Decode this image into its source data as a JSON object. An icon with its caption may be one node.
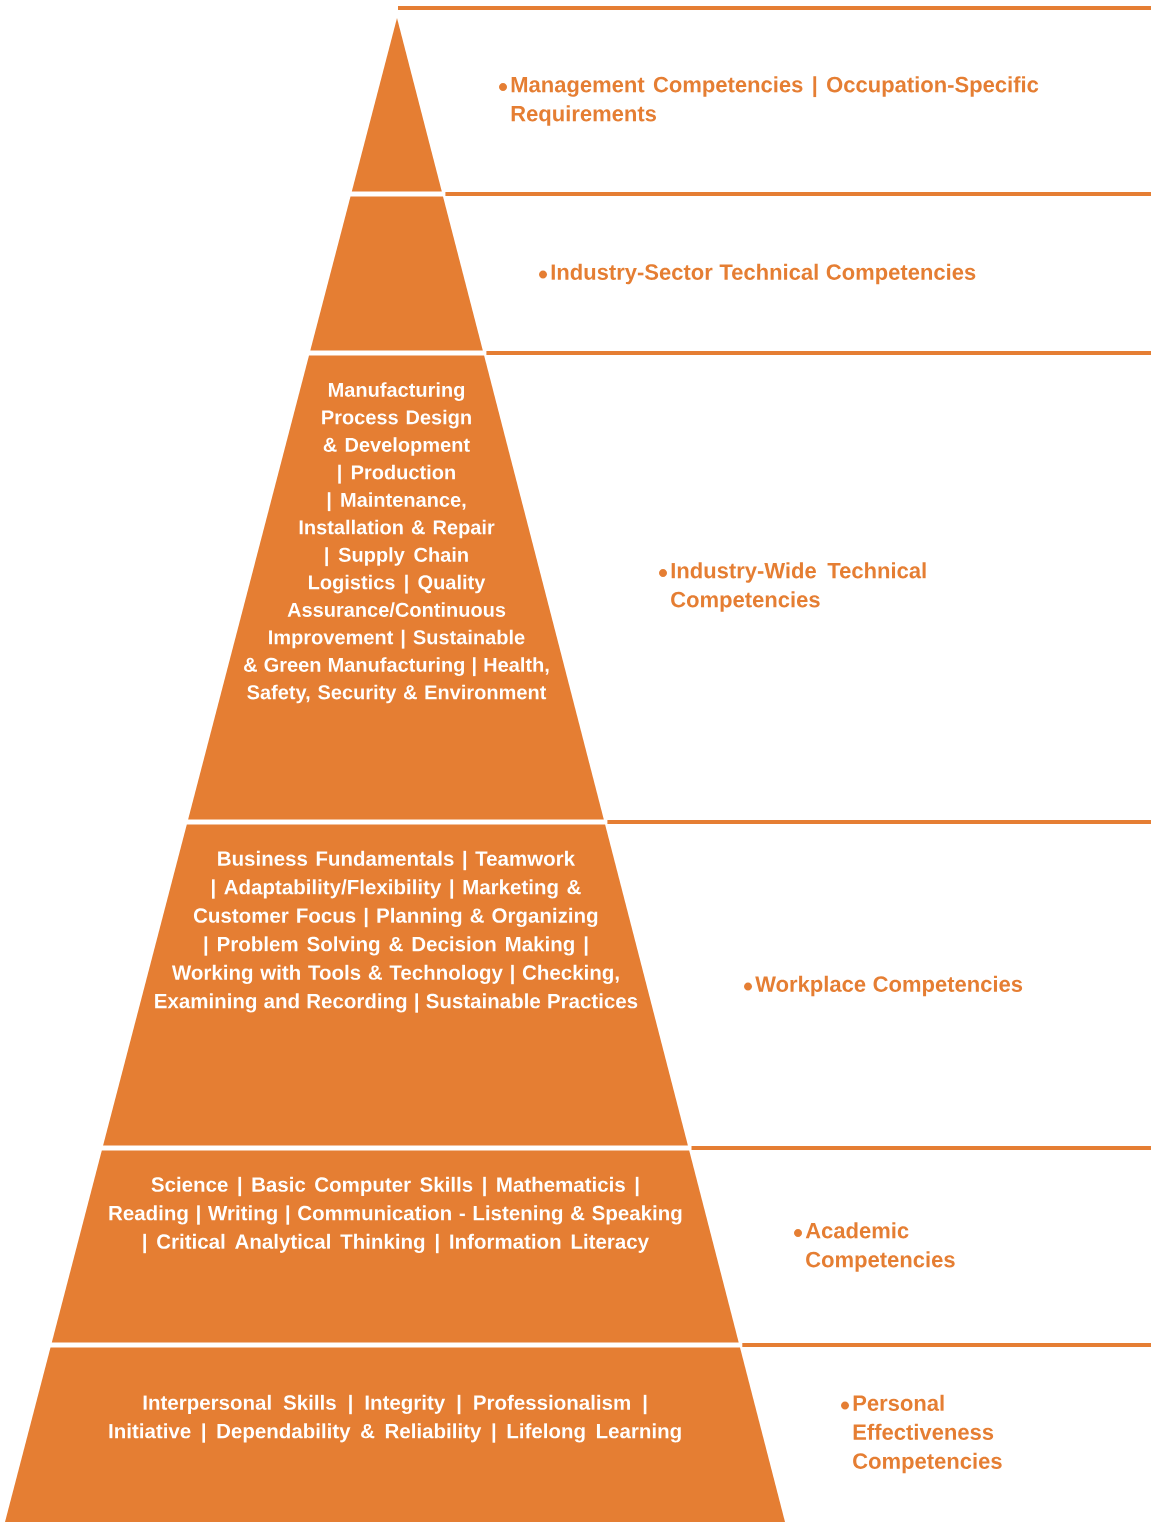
{
  "diagram": {
    "nodes": [
      {
        "text": [],
        "shape": "triangle"
      },
      {
        "text": [
          "Management Competencies | Occupation-Specific Requirements"
        ]
      },
      {
        "text": [],
        "shape": "trapezoid"
      },
      {
        "text": [
          "Industry-Sector Technical Competencies"
        ]
      },
      {
        "text": [
          "Manufacturing Process Design & Development | Production | Maintenance, Installation & Repair | Supply Chain Logistics | Quality Assurance/Continuous Improvement | Sustainable & Green Manufacturing | Health, Safety, Security & Environment"
        ]
      },
      {
        "text": [
          "Industry-Wide Technical Competencies"
        ]
      },
      {
        "text": [
          "Business Fundamentals | Teamwork | Adaptability/Flexibility | Marketing & Customer Focus | Planning & Organizing | Problem Solving & Decision Making | Working with Tools & Technology | Checking, Examining and Recording | Sustainable Practices"
        ]
      },
      {
        "text": [
          "Workplace Competencies"
        ]
      },
      {
        "text": [
          "Science | Basic Computer Skills | Mathematicis | Reading | Writing | Communication - Listening & Speaking | Critical Analytical Thinking | Information Literacy"
        ]
      },
      {
        "text": [
          "Academic Competencies"
        ]
      },
      {
        "text": [
          "Interpersonal Skills | Integrity | Professionalism | Initiative | Dependability & Reliability | Lifelong Learning"
        ]
      },
      {
        "text": [
          "Personal Effectiveness Competencies"
        ]
      }
    ]
  }
}
